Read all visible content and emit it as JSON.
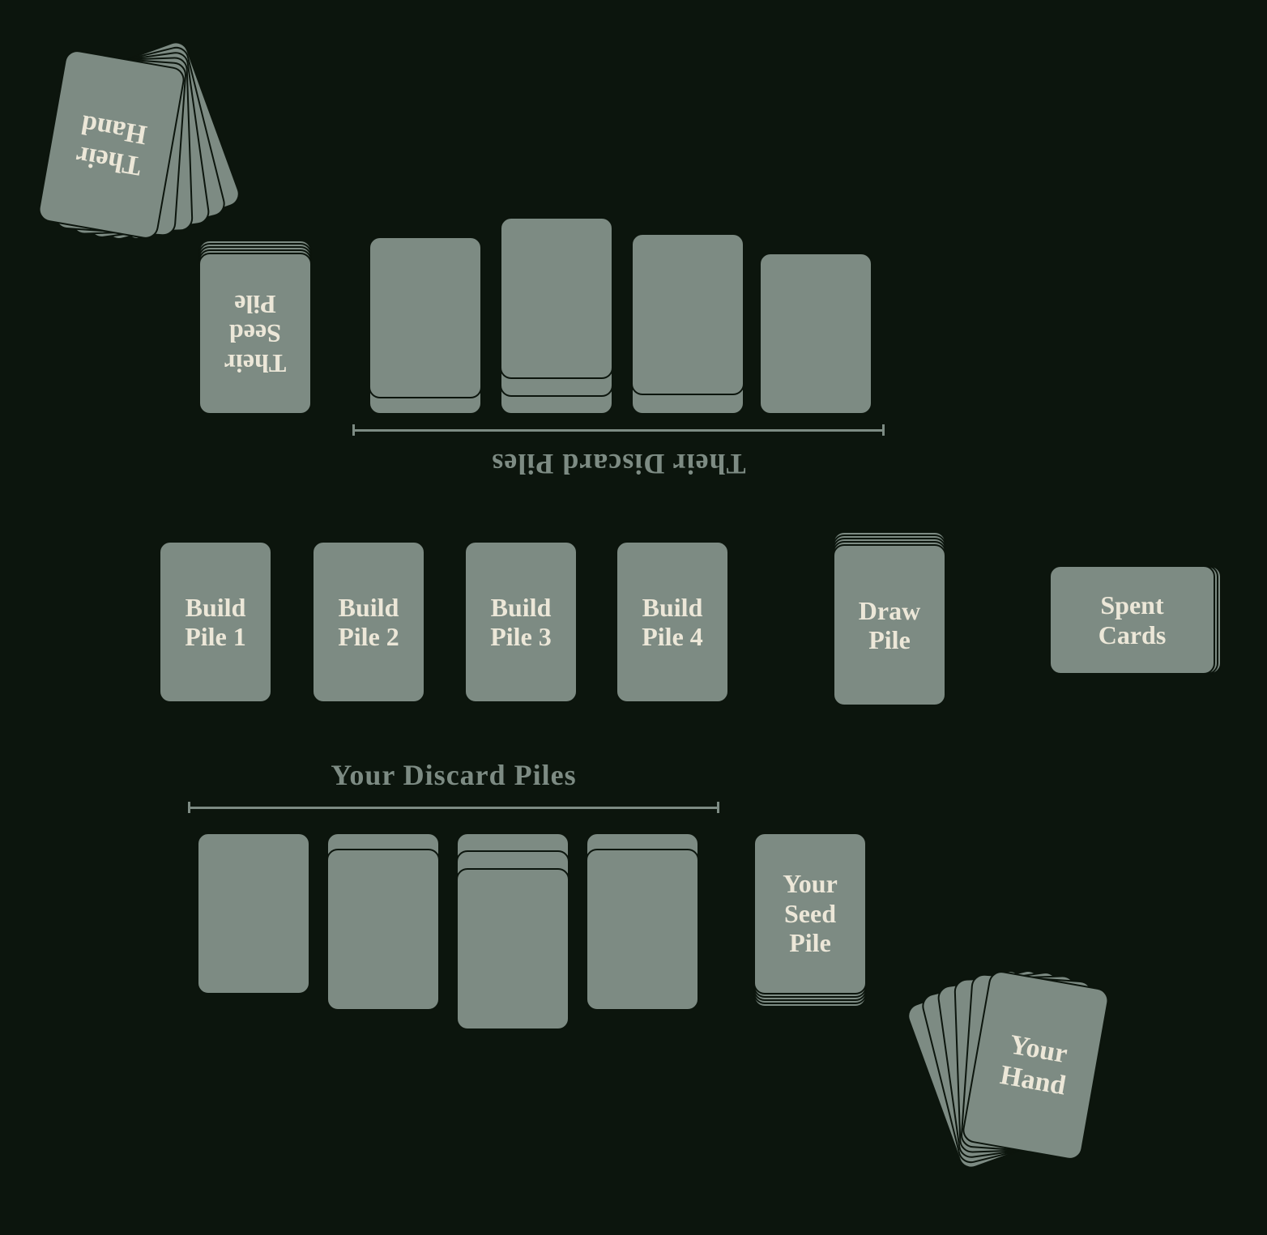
{
  "colors": {
    "background": "#0c150d",
    "card": "#7d8b83",
    "card_text": "#ece7d8",
    "annotation": "#7d8b83"
  },
  "their_hand": {
    "label": "Their Hand"
  },
  "their_seed_pile": {
    "label": "Their Seed Pile"
  },
  "their_discard_piles": {
    "label": "Their Discard Piles"
  },
  "build_piles": [
    {
      "label": "Build Pile 1"
    },
    {
      "label": "Build Pile 2"
    },
    {
      "label": "Build Pile 3"
    },
    {
      "label": "Build Pile 4"
    }
  ],
  "draw_pile": {
    "label": "Draw Pile"
  },
  "spent_cards": {
    "label": "Spent Cards"
  },
  "your_discard_piles": {
    "label": "Your Discard Piles"
  },
  "your_seed_pile": {
    "label": "Your Seed Pile"
  },
  "your_hand": {
    "label": "Your Hand"
  }
}
